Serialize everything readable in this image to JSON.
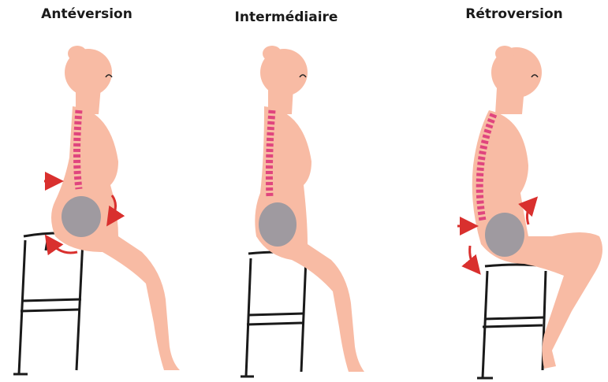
{
  "panels": [
    {
      "title": "Antéversion"
    },
    {
      "title": "Intermédiaire"
    },
    {
      "title": "Rétroversion"
    }
  ],
  "colors": {
    "skin": "#f8bba4",
    "spine": "#e0457e",
    "pelvis": "#9f9aa0",
    "arrow": "#d9302e",
    "stool": "#1a1a1a"
  }
}
